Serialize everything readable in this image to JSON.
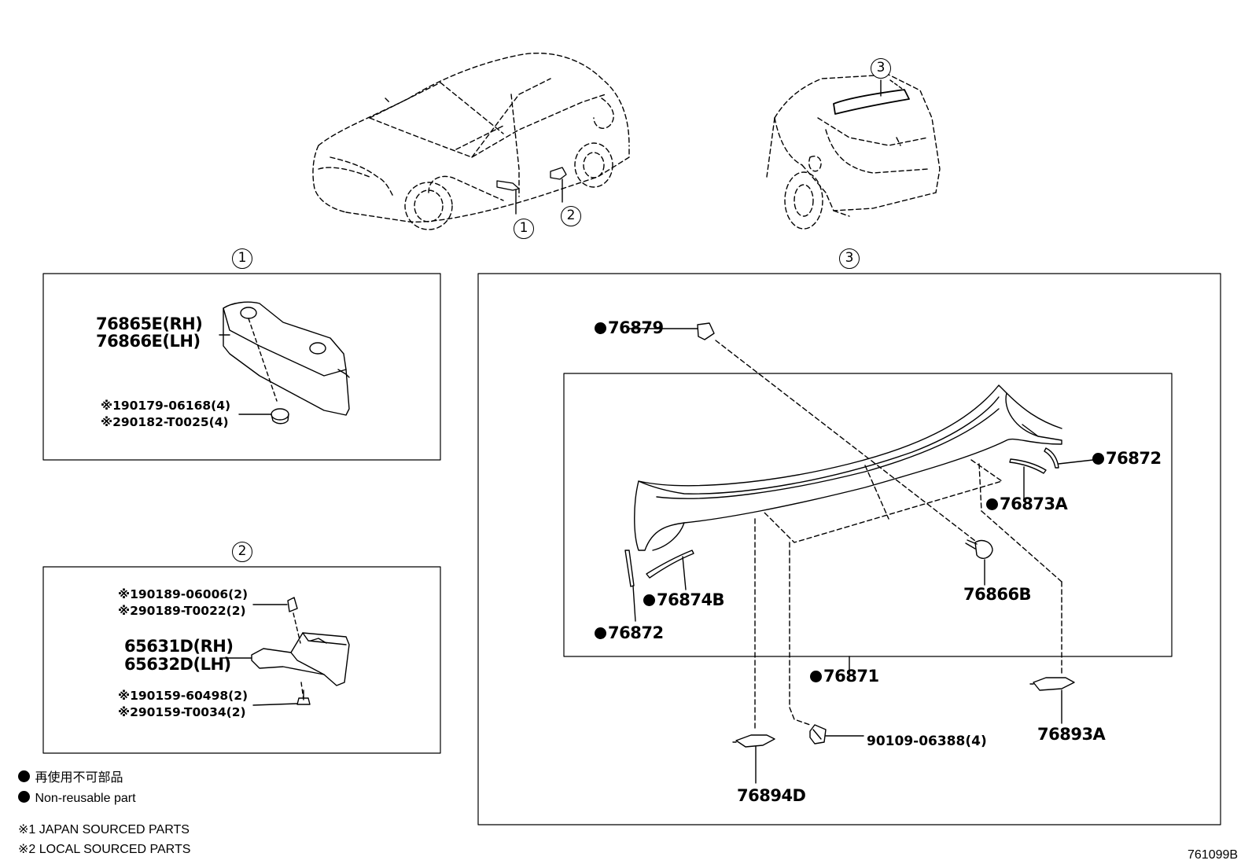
{
  "diagram_id": "761099B",
  "callouts": {
    "c1": "1",
    "c2": "2",
    "c3": "3"
  },
  "section1": {
    "part_a": "76865E(RH)",
    "part_b": "76866E(LH)",
    "clip_a": "※190179-06168(4)",
    "clip_b": "※290182-T0025(4)"
  },
  "section2": {
    "clip_a": "※190189-06006(2)",
    "clip_b": "※290189-T0022(2)",
    "part_a": "65631D(RH)",
    "part_b": "65632D(LH)",
    "screw_a": "※190159-60498(2)",
    "screw_b": "※290159-T0034(2)"
  },
  "section3": {
    "p76879": "76879",
    "p76872_top": "76872",
    "p76873A": "76873A",
    "p76866B": "76866B",
    "p76874B": "76874B",
    "p76872_bottom": "76872",
    "p76871": "76871",
    "p90109": "90109-06388(4)",
    "p76893A": "76893A",
    "p76894D": "76894D"
  },
  "legend": {
    "non_reusable_jp": "再使用不可部品",
    "non_reusable_en": "Non-reusable part",
    "note1": "※1 JAPAN SOURCED PARTS",
    "note2": "※2 LOCAL SOURCED PARTS"
  }
}
